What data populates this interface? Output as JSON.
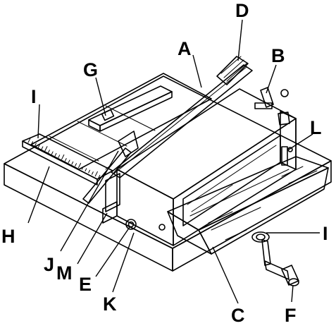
{
  "diagram": {
    "labels": {
      "A": "A",
      "B": "B",
      "C": "C",
      "D": "D",
      "E": "E",
      "F": "F",
      "G": "G",
      "H": "H",
      "I_top": "I",
      "I_right": "I",
      "J": "J",
      "K": "K",
      "L": "L",
      "M": "M"
    },
    "colors": {
      "outline": "#000000",
      "base_top": "#d6d6d6",
      "base_front": "#bdbdbd",
      "housing_front": "#e8e8e8",
      "housing_top": "#f2f2f2",
      "guard": "#9c9c9c",
      "dark_detail": "#555555"
    }
  }
}
